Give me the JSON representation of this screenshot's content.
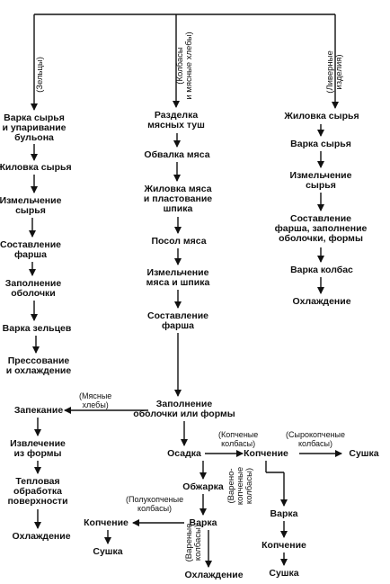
{
  "diagram": {
    "branches": {
      "zeltsy": "(Зельцы)",
      "kolbasy": "(Колбасы\nи мясные хлебы)",
      "livernye": "(Ливерные\nизделия)"
    },
    "left_column": [
      "Варка сырья\nи упаривание\nбульона",
      "Жиловка сырья",
      "Измельчение\nсырья",
      "Составление\nфарша",
      "Заполнение\nоболочки",
      "Варка зельцев",
      "Прессование\nи охлаждение"
    ],
    "middle_column": [
      "Разделка\nмясных туш",
      "Обвалка мяса",
      "Жиловка мяса\nи пластование\nшпика",
      "Посол мяса",
      "Измельчение\nмяса и шпика",
      "Составление\nфарша",
      "Заполнение\nоболочки или формы"
    ],
    "right_column": [
      "Жиловка сырья",
      "Варка сырья",
      "Измельчение\nсырья",
      "Составление\nфарша, заполнение\nоболочки, формы",
      "Варка колбас",
      "Охлаждение"
    ],
    "bread_branch": {
      "label": "(Мясные\nхлебы)",
      "steps": [
        "Запекание",
        "Извлечение\nиз формы",
        "Тепловая\nобработка\nповерхности",
        "Охлаждение"
      ]
    },
    "osadka": "Осадка",
    "smoked_branch": {
      "label": "(Копченые\nколбасы)",
      "node": "Копчение",
      "raw_label": "(Сырокопченые\nколбасы)",
      "raw_node": "Сушка",
      "boiled_smoked_label": "(Варено-\nкопченые\nколбасы)",
      "steps": [
        "Варка",
        "Копчение",
        "Сушка"
      ]
    },
    "roast": "Обжарка",
    "boil": "Варка",
    "semi_label": "(Полукопченые\nколбасы)",
    "semi_steps": [
      "Копчение",
      "Сушка"
    ],
    "boiled_label": "(Вареные\nколбасы)",
    "cooling": "Охлаждение"
  }
}
